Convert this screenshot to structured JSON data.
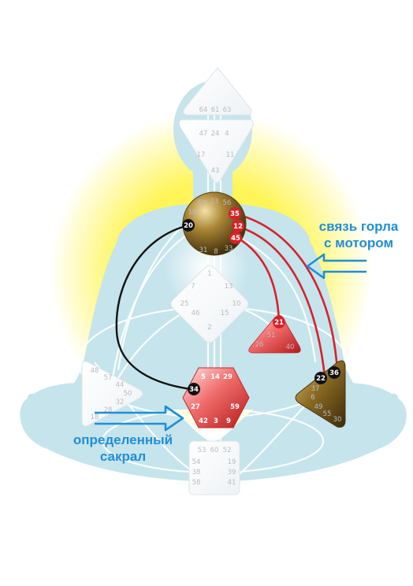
{
  "colors": {
    "silhouette": "#c5e4ec",
    "glow": "#fff33a",
    "defined_channel": "#d6222a",
    "black_channel": "#111111",
    "annotation": "#1e8fd6",
    "motor_gold": "#8f6d25",
    "sacral_red": "#e23b3b"
  },
  "annotations": {
    "throat_motor": [
      "связь горла",
      "с мотором"
    ],
    "sacral": [
      "определенный",
      "сакрал"
    ]
  },
  "centers": {
    "head": {
      "gates": [
        "64",
        "61",
        "63"
      ]
    },
    "ajna": {
      "gates": [
        "47",
        "24",
        "4",
        "17",
        "11",
        "43"
      ]
    },
    "throat": {
      "gates": [
        "62",
        "23",
        "56",
        "16",
        "35",
        "20",
        "12",
        "31",
        "8",
        "33",
        "45"
      ],
      "active": [
        "35",
        "12",
        "45",
        "20"
      ]
    },
    "g": {
      "gates": [
        "1",
        "7",
        "13",
        "25",
        "10",
        "46",
        "15",
        "2"
      ]
    },
    "heart": {
      "gates": [
        "21",
        "51",
        "26",
        "40"
      ],
      "active": [
        "21"
      ]
    },
    "spleen": {
      "gates": [
        "48",
        "57",
        "44",
        "50",
        "32",
        "28",
        "18"
      ]
    },
    "sacral": {
      "gates": [
        "34",
        "5",
        "14",
        "29",
        "27",
        "59",
        "42",
        "3",
        "9"
      ],
      "active": [
        "34"
      ]
    },
    "solar": {
      "gates": [
        "36",
        "22",
        "37",
        "6",
        "49",
        "55",
        "30"
      ],
      "active": [
        "36",
        "22"
      ]
    },
    "root": {
      "gates": [
        "53",
        "60",
        "52",
        "54",
        "19",
        "38",
        "39",
        "58",
        "41"
      ]
    }
  }
}
